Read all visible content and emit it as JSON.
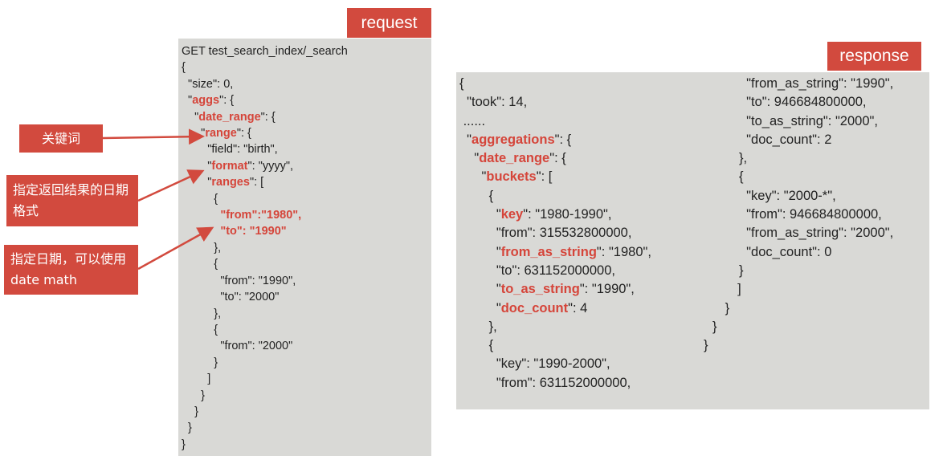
{
  "request": {
    "label": "request",
    "lines": [
      [
        {
          "t": "GET test_search_index/_search"
        }
      ],
      [
        {
          "t": "{"
        }
      ],
      [
        {
          "t": "  \"size\": 0,"
        }
      ],
      [
        {
          "t": "  \""
        },
        {
          "t": "aggs",
          "red": true
        },
        {
          "t": "\": {"
        }
      ],
      [
        {
          "t": "    \""
        },
        {
          "t": "date_range",
          "red": true
        },
        {
          "t": "\": {"
        }
      ],
      [
        {
          "t": "      \""
        },
        {
          "t": "range",
          "red": true
        },
        {
          "t": "\": {"
        }
      ],
      [
        {
          "t": "        \"field\": \"birth\","
        }
      ],
      [
        {
          "t": "        \""
        },
        {
          "t": "format",
          "red": true
        },
        {
          "t": "\": \"yyyy\","
        }
      ],
      [
        {
          "t": "        \""
        },
        {
          "t": "ranges",
          "red": true
        },
        {
          "t": "\": ["
        }
      ],
      [
        {
          "t": "          {"
        }
      ],
      [
        {
          "t": "            "
        },
        {
          "t": "\"from\":\"1980\",",
          "red": true
        }
      ],
      [
        {
          "t": "            "
        },
        {
          "t": "\"to\": \"1990\"",
          "red": true
        }
      ],
      [
        {
          "t": "          },"
        }
      ],
      [
        {
          "t": "          {"
        }
      ],
      [
        {
          "t": "            \"from\": \"1990\","
        }
      ],
      [
        {
          "t": "            \"to\": \"2000\""
        }
      ],
      [
        {
          "t": "          },"
        }
      ],
      [
        {
          "t": "          {"
        }
      ],
      [
        {
          "t": "            \"from\": \"2000\""
        }
      ],
      [
        {
          "t": "          }"
        }
      ],
      [
        {
          "t": "        ]"
        }
      ],
      [
        {
          "t": "      }"
        }
      ],
      [
        {
          "t": "    }"
        }
      ],
      [
        {
          "t": "  }"
        }
      ],
      [
        {
          "t": "}"
        }
      ]
    ]
  },
  "response": {
    "label": "response",
    "left_lines": [
      [
        {
          "t": "{"
        }
      ],
      [
        {
          "t": "  \"took\": 14,"
        }
      ],
      [
        {
          "t": " ......"
        }
      ],
      [
        {
          "t": "  \""
        },
        {
          "t": "aggregations",
          "red": true
        },
        {
          "t": "\": {"
        }
      ],
      [
        {
          "t": "    \""
        },
        {
          "t": "date_range",
          "red": true
        },
        {
          "t": "\": {"
        }
      ],
      [
        {
          "t": "      \""
        },
        {
          "t": "buckets",
          "red": true
        },
        {
          "t": "\": ["
        }
      ],
      [
        {
          "t": "        {"
        }
      ],
      [
        {
          "t": "          \""
        },
        {
          "t": "key",
          "red": true
        },
        {
          "t": "\": \"1980-1990\","
        }
      ],
      [
        {
          "t": "          \"from\": 315532800000,"
        }
      ],
      [
        {
          "t": "          \""
        },
        {
          "t": "from_as_string",
          "red": true
        },
        {
          "t": "\": \"1980\","
        }
      ],
      [
        {
          "t": "          \"to\": 631152000000,"
        }
      ],
      [
        {
          "t": "          \""
        },
        {
          "t": "to_as_string",
          "red": true
        },
        {
          "t": "\": \"1990\","
        }
      ],
      [
        {
          "t": "          \""
        },
        {
          "t": "doc_count",
          "red": true
        },
        {
          "t": "\": 4"
        }
      ],
      [
        {
          "t": "        },"
        }
      ],
      [
        {
          "t": "        {"
        }
      ],
      [
        {
          "t": "          \"key\": \"1990-2000\","
        }
      ],
      [
        {
          "t": "          \"from\": 631152000000,"
        }
      ]
    ],
    "right_lines": [
      [
        {
          "t": "  \"from_as_string\": \"1990\","
        }
      ],
      [
        {
          "t": "  \"to\": 946684800000,"
        }
      ],
      [
        {
          "t": "  \"to_as_string\": \"2000\","
        }
      ],
      [
        {
          "t": "  \"doc_count\": 2"
        }
      ],
      [
        {
          "t": "},"
        }
      ],
      [
        {
          "t": "{"
        }
      ],
      [
        {
          "t": "  \"key\": \"2000-*\","
        }
      ],
      [
        {
          "t": "  \"from\": 946684800000,"
        }
      ],
      [
        {
          "t": "  \"from_as_string\": \"2000\","
        }
      ],
      [
        {
          "t": "  \"doc_count\": 0"
        }
      ],
      [
        {
          "t": "}"
        }
      ],
      [
        {
          "t": "​  ]",
          "shift": true
        }
      ],
      [
        {
          "t": "​ }",
          "shift": true
        }
      ],
      [
        {
          "t": "​}",
          "shift": true
        }
      ],
      [
        {
          "t": "​}",
          "shift": true
        }
      ]
    ]
  },
  "callouts": {
    "keyword": "关键词",
    "format": "指定返回结果的日期格式",
    "date_math": "指定日期，可以使用 date math"
  },
  "colors": {
    "accent": "#d24a3e",
    "panel": "#d9d9d6"
  }
}
